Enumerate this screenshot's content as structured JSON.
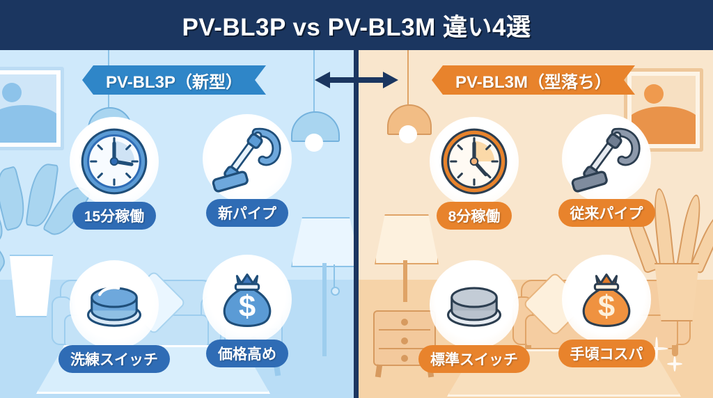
{
  "header": {
    "title": "PV-BL3P vs PV-BL3M 違い4選",
    "background_color": "#1b3660",
    "text_color": "#ffffff"
  },
  "divider": {
    "color": "#1b3660",
    "arrow_label": "compare-both-ways",
    "arrow_color": "#1b3660"
  },
  "panels": [
    {
      "id": "left",
      "side": "left",
      "model": "PV-BL3P",
      "ribbon_label": "PV-BL3P（新型）",
      "ribbon_color": "#2f86c8",
      "pill_color": "#2f6cb5",
      "accent_color": "#2f6cb5",
      "background_color": "#cfe9fb",
      "floor_color": "#b9ddf6",
      "features": [
        {
          "icon": "clock-icon",
          "label": "15分稼働"
        },
        {
          "icon": "vacuum-icon",
          "label": "新パイプ"
        },
        {
          "icon": "power-button-icon",
          "label": "洗練スイッチ"
        },
        {
          "icon": "money-bag-icon",
          "label": "価格高め"
        }
      ]
    },
    {
      "id": "right",
      "side": "right",
      "model": "PV-BL3M",
      "ribbon_label": "PV-BL3M（型落ち）",
      "ribbon_color": "#e8832c",
      "pill_color": "#e8832c",
      "accent_color": "#e8832c",
      "background_color": "#f9e6cd",
      "floor_color": "#f6d3a8",
      "features": [
        {
          "icon": "clock-icon",
          "label": "8分稼働"
        },
        {
          "icon": "vacuum-icon",
          "label": "従来パイプ"
        },
        {
          "icon": "power-button-icon",
          "label": "標準スイッチ"
        },
        {
          "icon": "money-bag-icon",
          "label": "手頃コスパ"
        }
      ]
    }
  ]
}
